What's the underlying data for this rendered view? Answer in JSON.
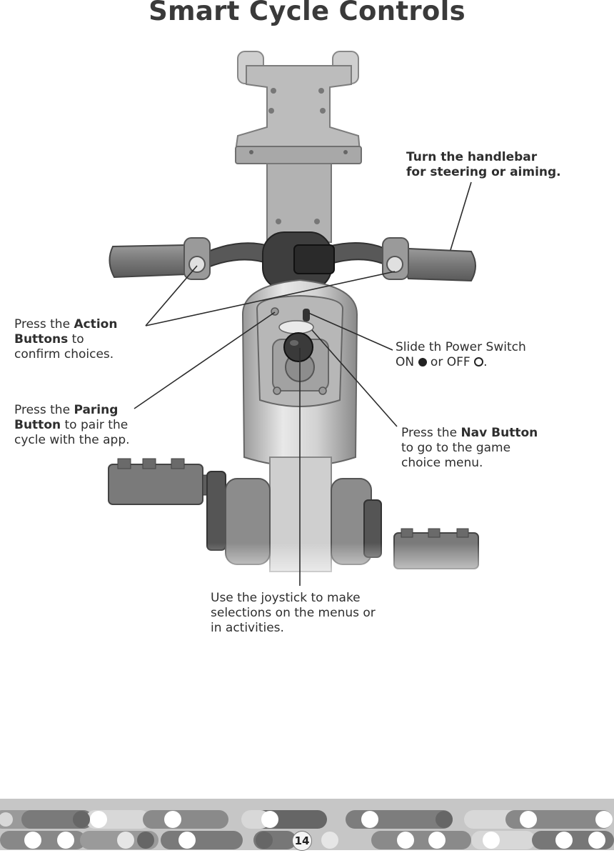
{
  "page": {
    "title": "Smart Cycle Controls",
    "page_number": "14"
  },
  "callouts": {
    "handlebar": {
      "line1": "Turn the handlebar",
      "line2": "for steering or aiming."
    },
    "action_buttons": {
      "prefix": "Press the ",
      "bold1": "Action",
      "bold2": "Buttons",
      "suffix1": " to",
      "suffix2": "confirm choices."
    },
    "pairing_button": {
      "prefix": "Press the ",
      "bold1": "Paring",
      "bold2": "Button",
      "suffix1": " to pair the",
      "suffix2": "cycle with the app."
    },
    "power_switch": {
      "line1": "Slide th Power Switch",
      "on_label": "ON",
      "or_label": "or OFF",
      "end": "."
    },
    "nav_button": {
      "prefix": "Press the ",
      "bold": "Nav Button",
      "line2": "to go to the game",
      "line3": "choice menu."
    },
    "joystick": {
      "line1": "Use the joystick to make",
      "line2": "selections on the menus or",
      "line3": "in activities."
    }
  },
  "colors": {
    "footer_band": "#c6c6c6",
    "pill_dark": "#6f6f6f",
    "pill_mid": "#9a9a9a",
    "pill_light": "#d9d9d9",
    "dot_white": "#ffffff"
  },
  "icons": {
    "power_on": "filled-circle",
    "power_off": "hollow-circle"
  }
}
